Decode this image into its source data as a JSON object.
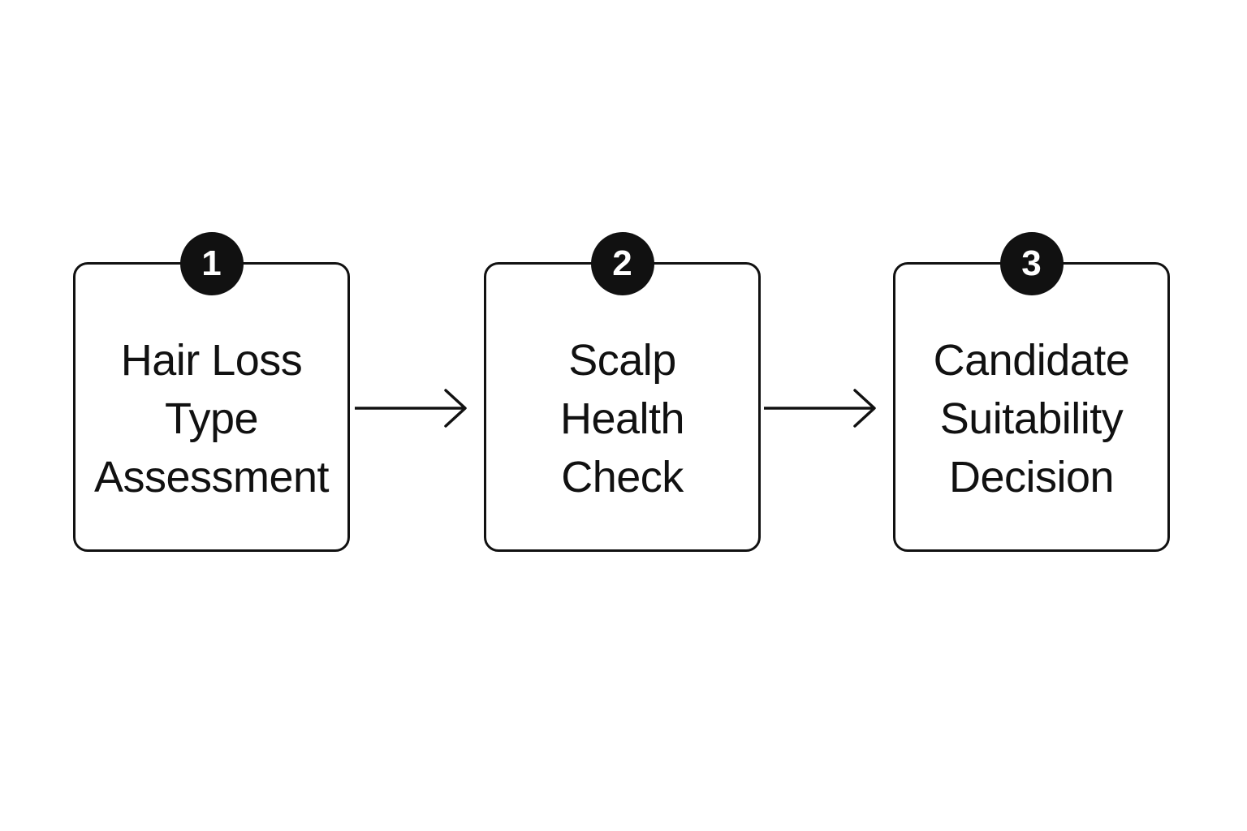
{
  "steps": [
    {
      "number": "1",
      "label_lines": [
        "Hair Loss",
        "Type",
        "Assessment"
      ]
    },
    {
      "number": "2",
      "label_lines": [
        "Scalp",
        "Health",
        "Check"
      ]
    },
    {
      "number": "3",
      "label_lines": [
        "Candidate",
        "Suitability",
        "Decision"
      ]
    }
  ],
  "connectors": [
    {
      "from": "1",
      "to": "2",
      "icon": "arrow-right-icon"
    },
    {
      "from": "2",
      "to": "3",
      "icon": "arrow-right-icon"
    }
  ],
  "colors": {
    "stroke": "#111111",
    "badge_fill": "#111111",
    "badge_text": "#ffffff",
    "background": "#ffffff"
  }
}
